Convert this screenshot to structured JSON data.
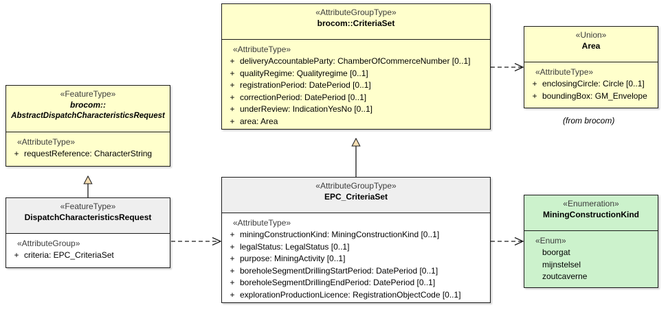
{
  "diagram": {
    "type": "uml-class-diagram",
    "background": "#ffffff",
    "colors": {
      "class_fill_yellow": "#ffffcc",
      "class_fill_white": "#ffffff",
      "class_fill_green": "#ccf2cc",
      "header_grey": "#efefef",
      "border": "#1a1a1a",
      "generalization_arrow_fill": "#f5deb3",
      "stereotype_text": "#3c3c3c"
    },
    "note_from_brocom": "(from brocom)"
  },
  "classes": {
    "criteria_set": {
      "stereotype": "«AttributeGroupType»",
      "name": "brocom::CriteriaSet",
      "compartment_stereotype": "«AttributeType»",
      "attributes": [
        {
          "visibility": "+",
          "text": "deliveryAccountableParty: ChamberOfCommerceNumber [0..1]"
        },
        {
          "visibility": "+",
          "text": "qualityRegime: Qualityregime [0..1]"
        },
        {
          "visibility": "+",
          "text": "registrationPeriod: DatePeriod [0..1]"
        },
        {
          "visibility": "+",
          "text": "correctionPeriod: DatePeriod [0..1]"
        },
        {
          "visibility": "+",
          "text": "underReview: IndicationYesNo [0..1]"
        },
        {
          "visibility": "+",
          "text": "area: Area"
        }
      ]
    },
    "area": {
      "stereotype": "«Union»",
      "name": "Area",
      "compartment_stereotype": "«AttributeType»",
      "attributes": [
        {
          "visibility": "+",
          "text": "enclosingCircle: Circle [0..1]"
        },
        {
          "visibility": "+",
          "text": "boundingBox: GM_Envelope"
        }
      ]
    },
    "abstract_dispatch_request": {
      "stereotype": "«FeatureType»",
      "name_line1": "brocom::",
      "name_line2": "AbstractDispatchCharacteristicsRequest",
      "compartment_stereotype": "«AttributeType»",
      "attributes": [
        {
          "visibility": "+",
          "text": "requestReference: CharacterString"
        }
      ]
    },
    "dispatch_request": {
      "stereotype": "«FeatureType»",
      "name": "DispatchCharacteristicsRequest",
      "compartment_stereotype": "«AttributeGroup»",
      "attributes": [
        {
          "visibility": "+",
          "text": "criteria: EPC_CriteriaSet"
        }
      ]
    },
    "epc_criteria_set": {
      "stereotype": "«AttributeGroupType»",
      "name": "EPC_CriteriaSet",
      "compartment_stereotype": "«AttributeType»",
      "attributes": [
        {
          "visibility": "+",
          "text": "miningConstructionKind: MiningConstructionKind [0..1]"
        },
        {
          "visibility": "+",
          "text": "legalStatus: LegalStatus [0..1]"
        },
        {
          "visibility": "+",
          "text": "purpose: MiningActivity [0..1]"
        },
        {
          "visibility": "+",
          "text": "boreholeSegmentDrillingStartPeriod: DatePeriod [0..1]"
        },
        {
          "visibility": "+",
          "text": "boreholeSegmentDrillingEndPeriod: DatePeriod [0..1]"
        },
        {
          "visibility": "+",
          "text": "explorationProductionLicence: RegistrationObjectCode [0..1]"
        }
      ]
    },
    "mining_construction_kind": {
      "stereotype": "«Enumeration»",
      "name": "MiningConstructionKind",
      "compartment_stereotype": "«Enum»",
      "literals": [
        {
          "text": "boorgat"
        },
        {
          "text": "mijnstelsel"
        },
        {
          "text": "zoutcaverne"
        }
      ]
    }
  },
  "connectors": [
    {
      "name": "generalization-epc-to-criteriaset",
      "kind": "generalization",
      "from": "epc_criteria_set",
      "to": "criteria_set"
    },
    {
      "name": "generalization-dispatch-to-abstract",
      "kind": "generalization",
      "from": "dispatch_request",
      "to": "abstract_dispatch_request"
    },
    {
      "name": "dependency-criteriaset-to-area",
      "kind": "dependency",
      "from": "criteria_set",
      "to": "area"
    },
    {
      "name": "dependency-dispatch-to-epc",
      "kind": "dependency",
      "from": "dispatch_request",
      "to": "epc_criteria_set"
    },
    {
      "name": "dependency-epc-to-miningkind",
      "kind": "dependency",
      "from": "epc_criteria_set",
      "to": "mining_construction_kind"
    }
  ]
}
